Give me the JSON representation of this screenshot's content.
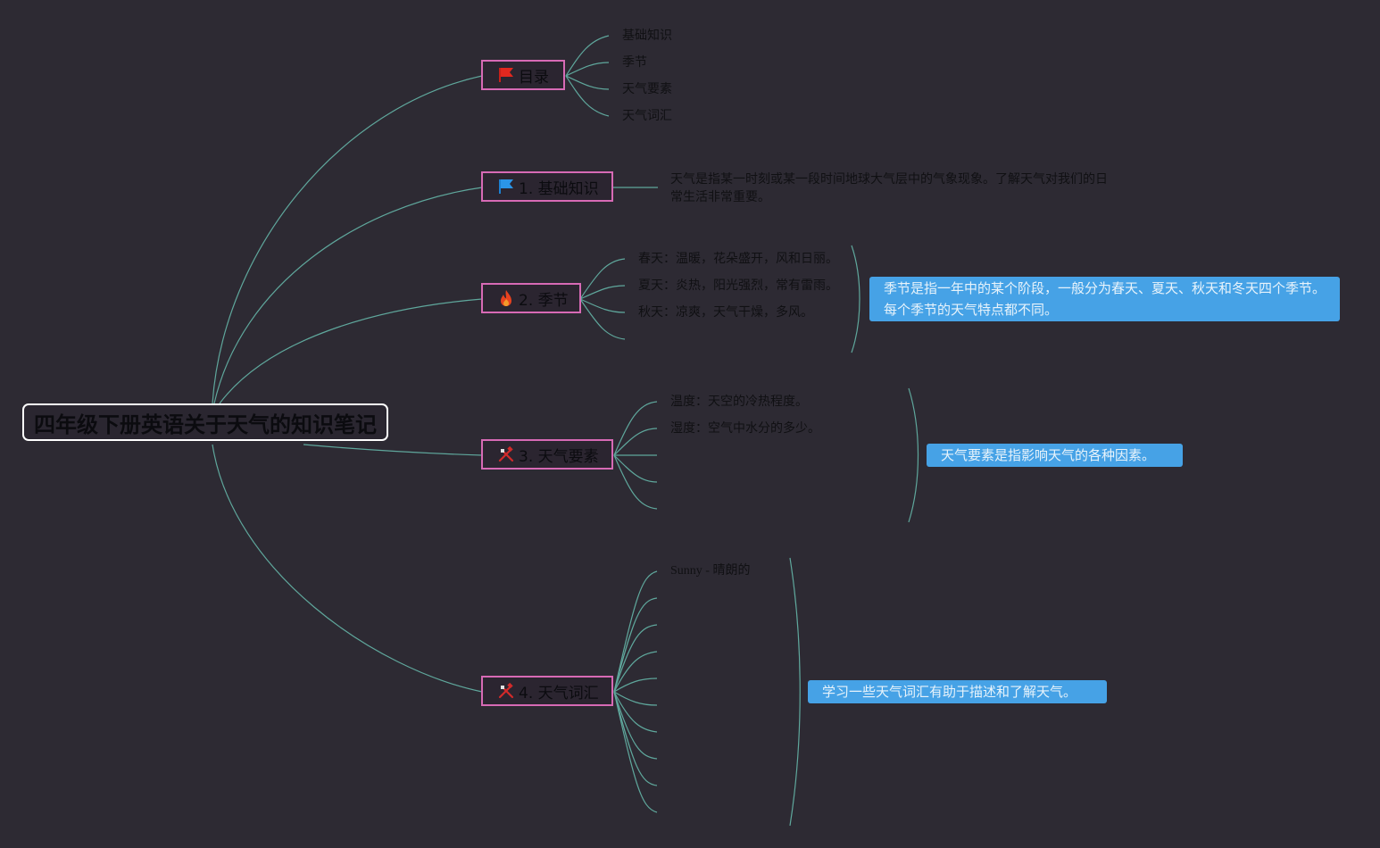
{
  "root": {
    "title": "四年级下册英语关于天气的知识笔记"
  },
  "branches": {
    "toc": {
      "label": "目录",
      "icon": "red-flag-icon"
    },
    "basics": {
      "label": "1. 基础知识",
      "icon": "blue-flag-icon"
    },
    "seasons": {
      "label": "2. 季节",
      "icon": "fire-icon"
    },
    "elements": {
      "label": "3. 天气要素",
      "icon": "crossed-tools-icon"
    },
    "vocab": {
      "label": "4. 天气词汇",
      "icon": "crossed-tools-icon"
    }
  },
  "toc_items": [
    "基础知识",
    "季节",
    "天气要素",
    "天气词汇"
  ],
  "basics_text": "天气是指某一时刻或某一段时间地球大气层中的气象现象。了解天气对我们的日常生活非常重要。",
  "season_items": [
    "春天：温暖，花朵盛开，风和日丽。",
    "夏天：炎热，阳光强烈，常有雷雨。",
    "秋天：凉爽，天气干燥，多风。"
  ],
  "season_note": "季节是指一年中的某个阶段，一般分为春天、夏天、秋天和冬天四个季节。每个季节的天气特点都不同。",
  "element_items": [
    "温度：天空的冷热程度。",
    "湿度：空气中水分的多少。"
  ],
  "element_note": "天气要素是指影响天气的各种因素。",
  "vocab_items": [
    "Sunny - 晴朗的"
  ],
  "vocab_note": "学习一些天气词汇有助于描述和了解天气。",
  "colors": {
    "background": "#2d2a33",
    "link": "#5fa79c",
    "branch_border": "#d76ab5",
    "note_bg": "#46a2e6",
    "root_border": "#ffffff"
  }
}
